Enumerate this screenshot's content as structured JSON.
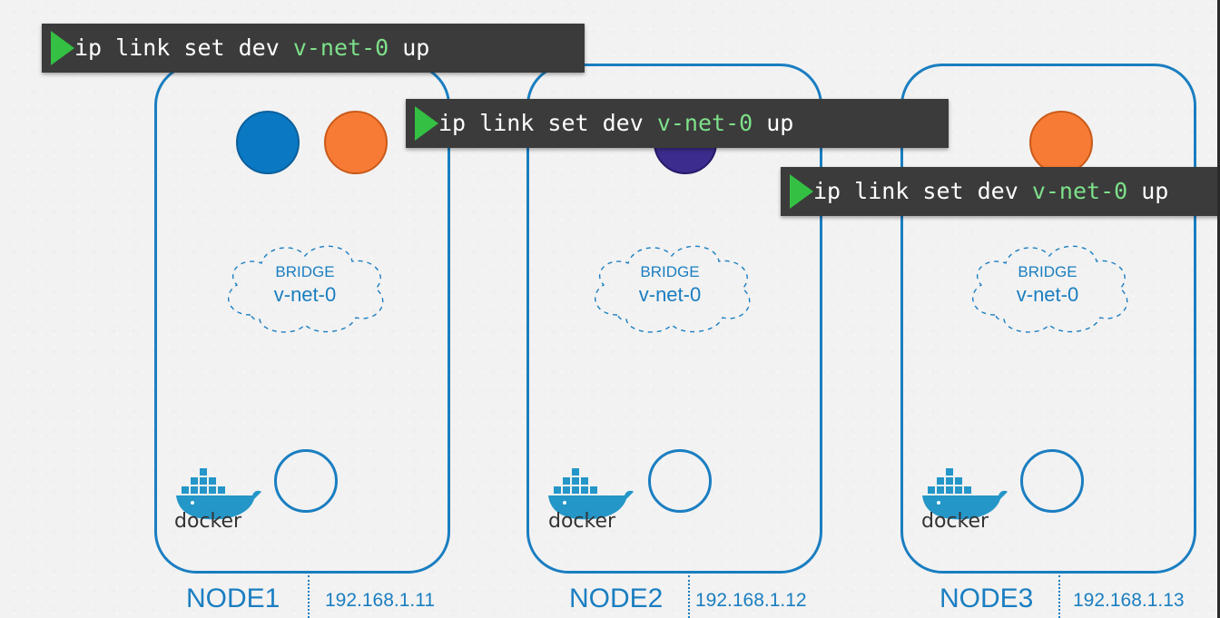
{
  "nodes": [
    {
      "name": "NODE1",
      "ip": "192.168.1.11",
      "bridge_title": "BRIDGE",
      "bridge_name": "v-net-0",
      "docker_label": "docker",
      "pods": [
        "blue",
        "orange"
      ]
    },
    {
      "name": "NODE2",
      "ip": "192.168.1.12",
      "bridge_title": "BRIDGE",
      "bridge_name": "v-net-0",
      "docker_label": "docker",
      "pods": [
        "purple"
      ]
    },
    {
      "name": "NODE3",
      "ip": "192.168.1.13",
      "bridge_title": "BRIDGE",
      "bridge_name": "v-net-0",
      "docker_label": "docker",
      "pods": [
        "orange"
      ]
    }
  ],
  "commands": [
    {
      "prefix": "ip link set dev ",
      "highlight": "v-net-0",
      "suffix": " up"
    },
    {
      "prefix": "ip link set dev ",
      "highlight": "v-net-0",
      "suffix": " up"
    },
    {
      "prefix": "ip link set dev ",
      "highlight": "v-net-0",
      "suffix": " up"
    }
  ],
  "colors": {
    "node_border": "#1a7ec1",
    "pod_blue": "#0a78c2",
    "pod_orange": "#f77b34",
    "pod_purple": "#3b2c8d",
    "terminal_bg": "#3b3b3b",
    "terminal_highlight": "#7ee08a",
    "play_icon": "#34c043",
    "docker_blue": "#2496c8"
  }
}
